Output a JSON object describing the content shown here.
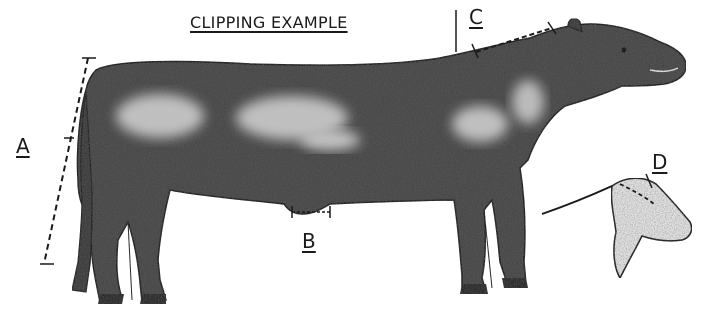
{
  "title": "CLIPPING EXAMPLE",
  "labels": {
    "a": "A",
    "b": "B",
    "c": "C",
    "d": "D"
  },
  "colors": {
    "ink": "#1a1a1a",
    "body_fill": "#4a4a4a",
    "highlight": "#d4d4d4",
    "background": "#ffffff"
  }
}
